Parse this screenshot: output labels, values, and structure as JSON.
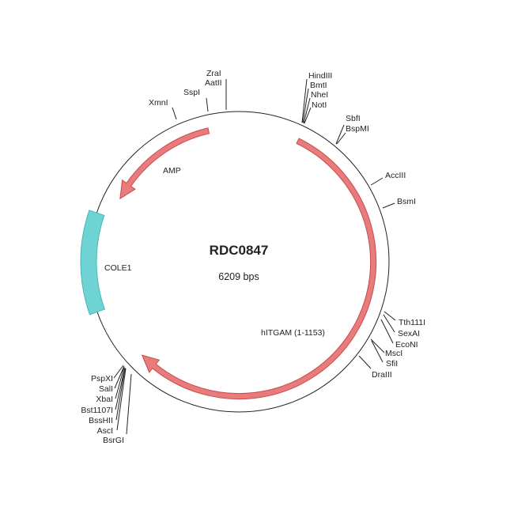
{
  "plasmid": {
    "name": "RDC0847",
    "size_label": "6209 bps"
  },
  "features": [
    {
      "name": "AMP",
      "color": "#e87b7b",
      "direction": "reverse"
    },
    {
      "name": "hITGAM (1-1153)",
      "color": "#e87b7b",
      "direction": "forward"
    },
    {
      "name": "COLE1",
      "color": "#6fd3d3",
      "direction": "none"
    }
  ],
  "sites": {
    "xmni": "XmnI",
    "sspi": "SspI",
    "zrai": "ZraI",
    "aatii": "AatII",
    "hindiii": "HindIII",
    "bmti": "BmtI",
    "nhei": "NheI",
    "noti": "NotI",
    "sbfi": "SbfI",
    "bspmi": "BspMI",
    "acciii": "AccIII",
    "bsmi": "BsmI",
    "tth111i": "Tth111I",
    "sexai": "SexAI",
    "econi": "EcoNI",
    "msci": "MscI",
    "sfii": "SfiI",
    "draiii": "DraIII",
    "pspxi": "PspXI",
    "sali": "SalI",
    "xbai": "XbaI",
    "bst1107i": "Bst1107I",
    "bsshii": "BssHII",
    "asci": "AscI",
    "bsrgi": "BsrGI"
  }
}
